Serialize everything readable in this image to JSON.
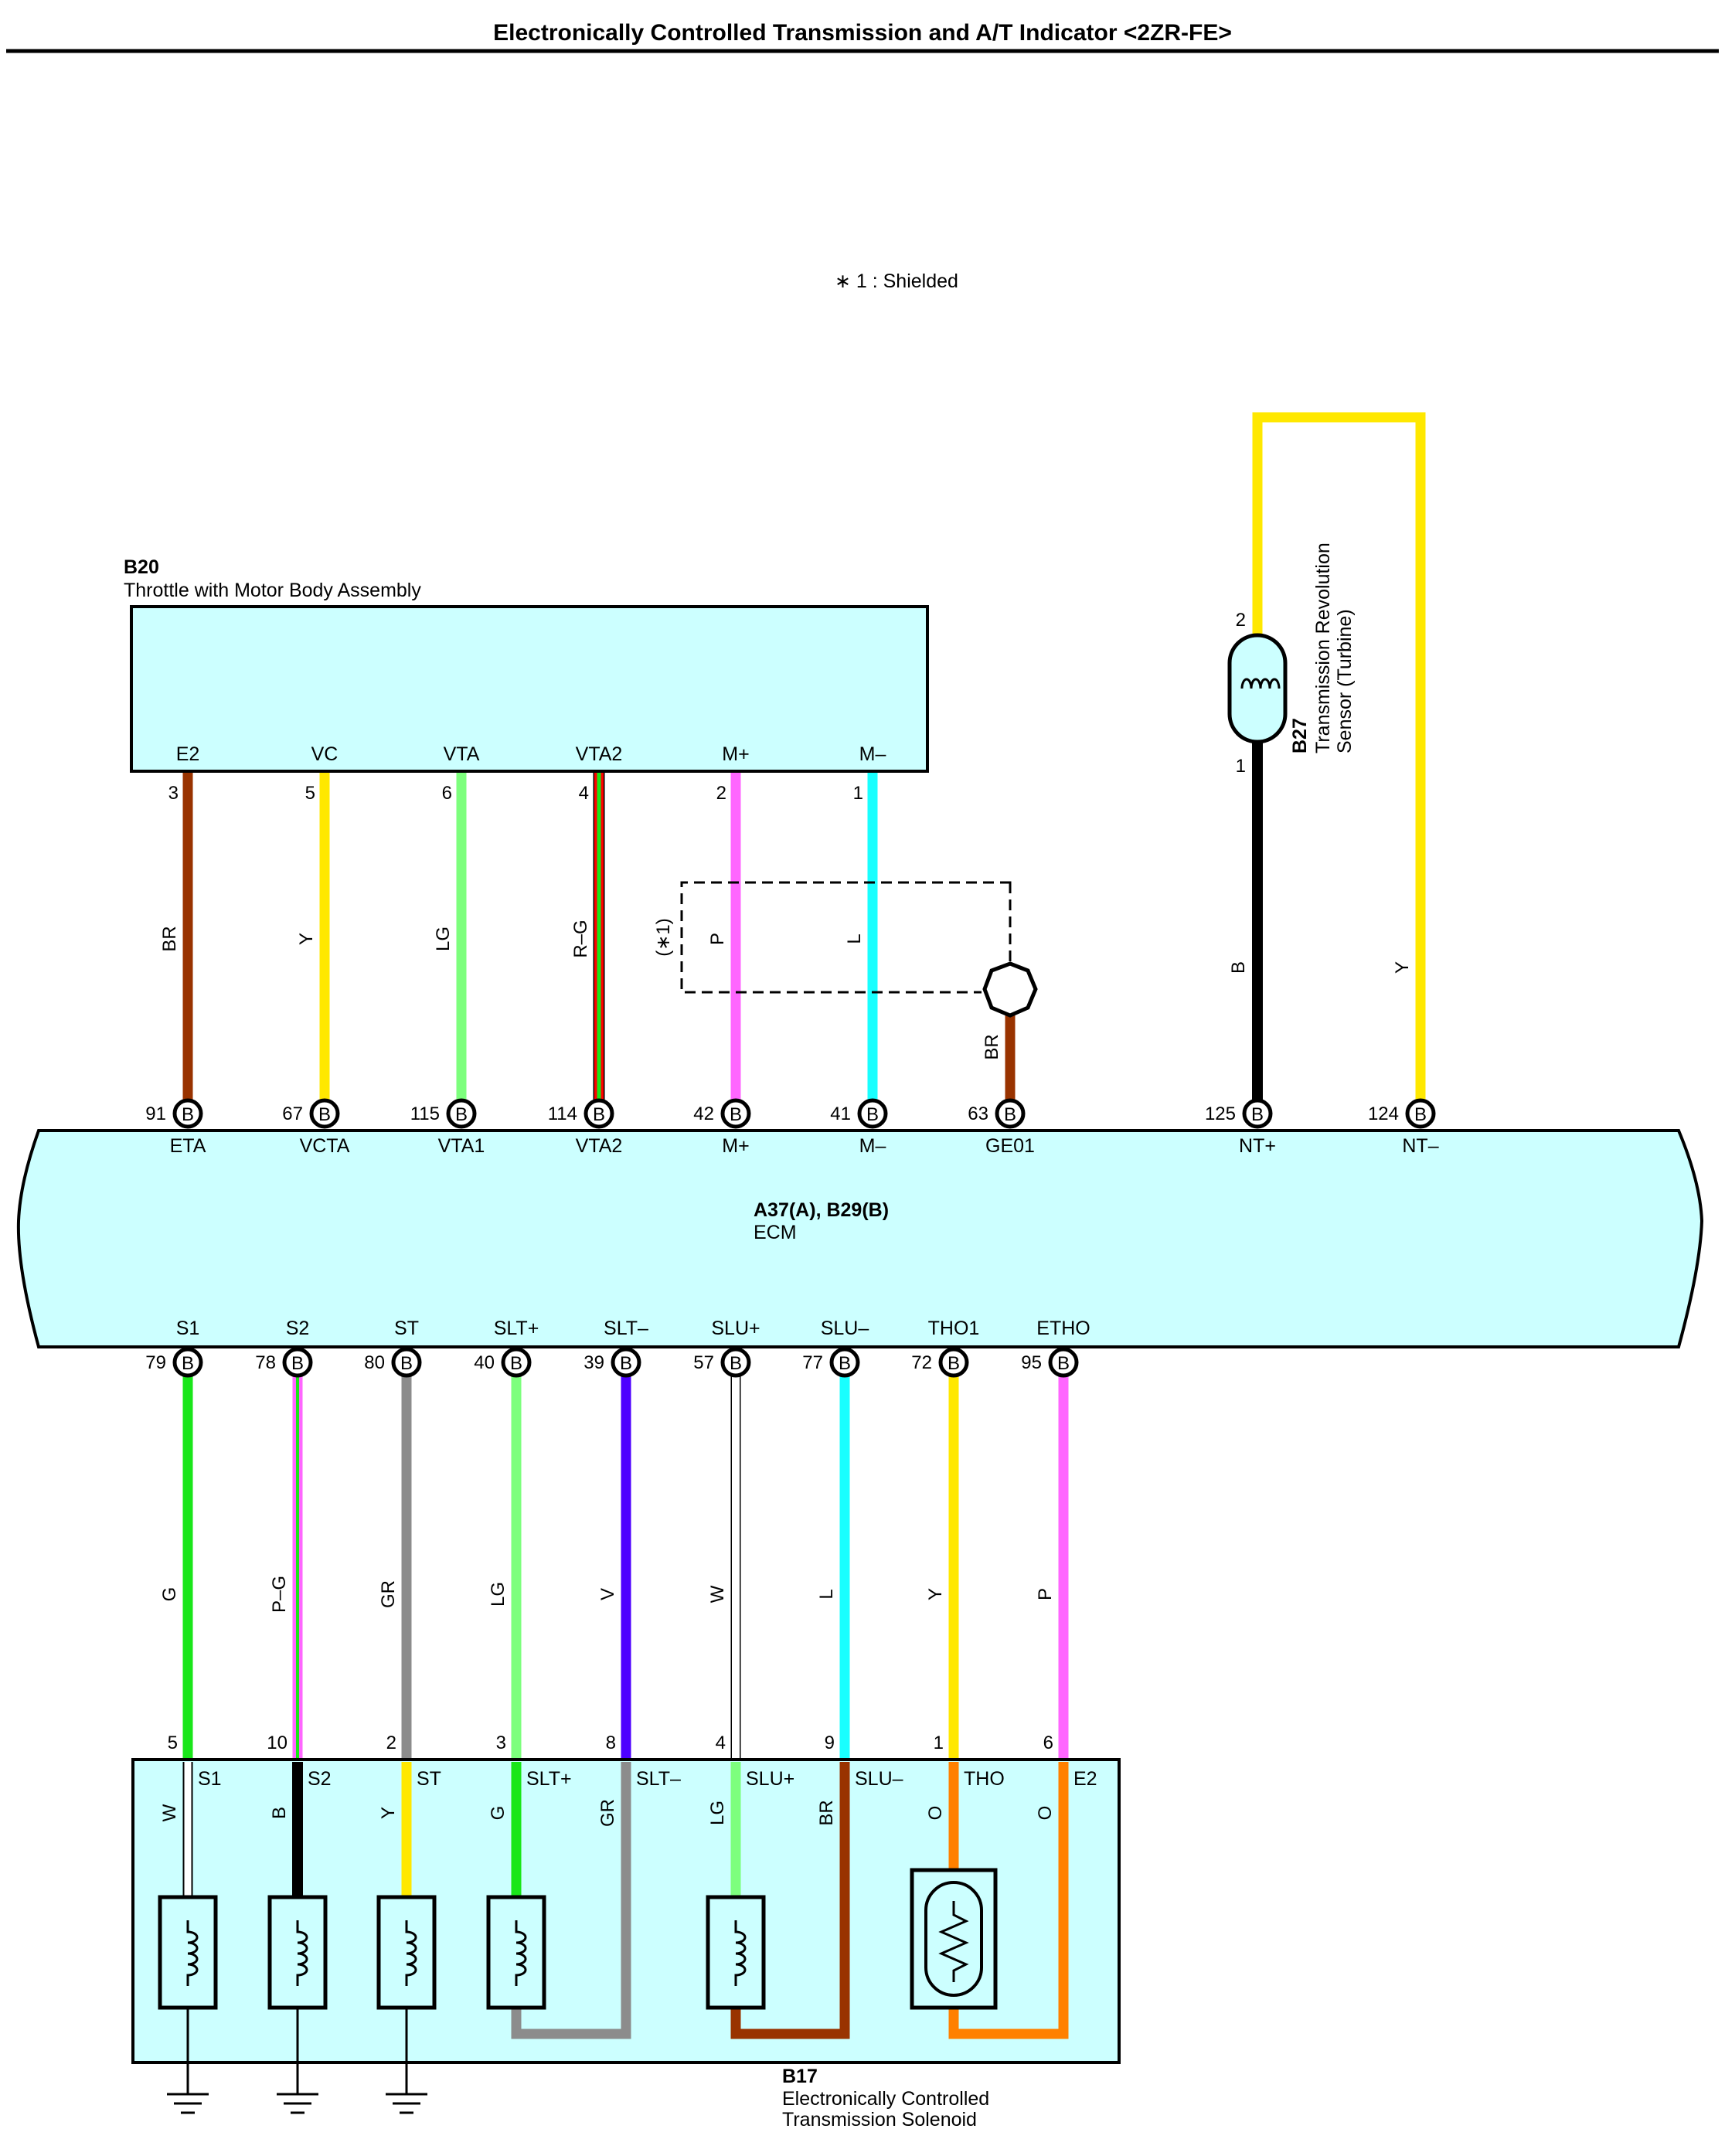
{
  "title": "Electronically Controlled Transmission and A/T Indicator <2ZR-FE>",
  "note": "∗ 1 : Shielded",
  "shield_label": "(∗1)",
  "colors": {
    "BR": "#993300",
    "Y": "#ffe800",
    "LG": "#7dff7d",
    "R": "#ff0000",
    "G": "#19e619",
    "P": "#ff66ff",
    "L": "#19ffff",
    "B": "#000000",
    "GR": "#8c8c8c",
    "V": "#4d00ff",
    "W": "#ffffff",
    "O": "#ff8000",
    "box": "#ccffff"
  },
  "components": {
    "throttle": {
      "code": "B20",
      "name": "Throttle with Motor Body Assembly"
    },
    "sensor": {
      "code": "B27",
      "name_line1": "Transmission Revolution",
      "name_line2": "Sensor (Turbine)",
      "pin_top": "2",
      "pin_bottom": "1"
    },
    "ecm": {
      "code": "A37(A), B29(B)",
      "name": "ECM"
    },
    "solenoid": {
      "code": "B17",
      "name_line1": "Electronically Controlled",
      "name_line2": "Transmission Solenoid"
    }
  },
  "ecm_connector_letter": "B",
  "top_wires": [
    {
      "b20_term": "E2",
      "b20_pin": "3",
      "color_code": "BR",
      "ecm_pin": "91",
      "ecm_term": "ETA"
    },
    {
      "b20_term": "VC",
      "b20_pin": "5",
      "color_code": "Y",
      "ecm_pin": "67",
      "ecm_term": "VCTA"
    },
    {
      "b20_term": "VTA",
      "b20_pin": "6",
      "color_code": "LG",
      "ecm_pin": "115",
      "ecm_term": "VTA1"
    },
    {
      "b20_term": "VTA2",
      "b20_pin": "4",
      "color_code": "R–G",
      "ecm_pin": "114",
      "ecm_term": "VTA2"
    },
    {
      "b20_term": "M+",
      "b20_pin": "2",
      "color_code": "P",
      "ecm_pin": "42",
      "ecm_term": "M+"
    },
    {
      "b20_term": "M–",
      "b20_pin": "1",
      "color_code": "L",
      "ecm_pin": "41",
      "ecm_term": "M–"
    },
    {
      "b20_term": "",
      "b20_pin": "",
      "color_code": "BR",
      "ecm_pin": "63",
      "ecm_term": "GE01"
    },
    {
      "b20_term": "",
      "b20_pin": "",
      "color_code": "B",
      "ecm_pin": "125",
      "ecm_term": "NT+"
    },
    {
      "b20_term": "",
      "b20_pin": "",
      "color_code": "Y",
      "ecm_pin": "124",
      "ecm_term": "NT–"
    }
  ],
  "bottom_wires": [
    {
      "ecm_term": "S1",
      "ecm_pin": "79",
      "color_code": "G",
      "sol_pin": "5",
      "sol_term": "S1",
      "inner_color": "W"
    },
    {
      "ecm_term": "S2",
      "ecm_pin": "78",
      "color_code": "P–G",
      "sol_pin": "10",
      "sol_term": "S2",
      "inner_color": "B"
    },
    {
      "ecm_term": "ST",
      "ecm_pin": "80",
      "color_code": "GR",
      "sol_pin": "2",
      "sol_term": "ST",
      "inner_color": "Y"
    },
    {
      "ecm_term": "SLT+",
      "ecm_pin": "40",
      "color_code": "LG",
      "sol_pin": "3",
      "sol_term": "SLT+",
      "inner_color": "G"
    },
    {
      "ecm_term": "SLT–",
      "ecm_pin": "39",
      "color_code": "V",
      "sol_pin": "8",
      "sol_term": "SLT–",
      "inner_color": "GR"
    },
    {
      "ecm_term": "SLU+",
      "ecm_pin": "57",
      "color_code": "W",
      "sol_pin": "4",
      "sol_term": "SLU+",
      "inner_color": "LG"
    },
    {
      "ecm_term": "SLU–",
      "ecm_pin": "77",
      "color_code": "L",
      "sol_pin": "9",
      "sol_term": "SLU–",
      "inner_color": "BR"
    },
    {
      "ecm_term": "THO1",
      "ecm_pin": "72",
      "color_code": "Y",
      "sol_pin": "1",
      "sol_term": "THO",
      "inner_color": "O"
    },
    {
      "ecm_term": "ETHO",
      "ecm_pin": "95",
      "color_code": "P",
      "sol_pin": "6",
      "sol_term": "E2",
      "inner_color": "O"
    }
  ]
}
